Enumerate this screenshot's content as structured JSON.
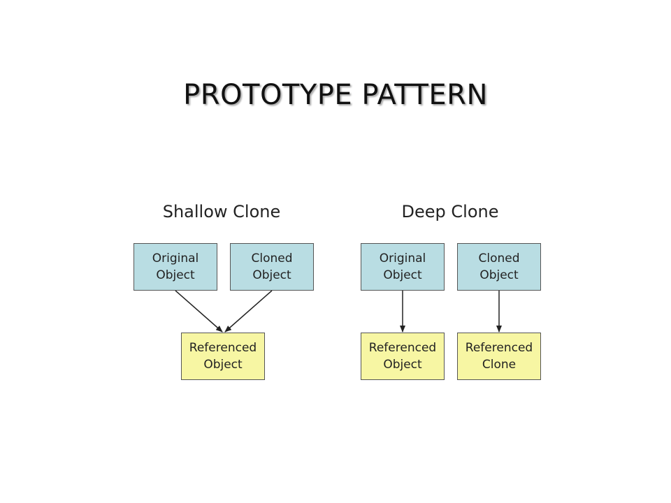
{
  "title": "PROTOTYPE PATTERN",
  "colors": {
    "original_box": "#b9dde3",
    "referenced_box": "#f7f6a3",
    "border": "#555555"
  },
  "shallow": {
    "title": "Shallow Clone",
    "original": "Original\nObject",
    "cloned": "Cloned\nObject",
    "referenced": "Referenced\nObject"
  },
  "deep": {
    "title": "Deep Clone",
    "original": "Original\nObject",
    "cloned": "Cloned\nObject",
    "referenced_object": "Referenced\nObject",
    "referenced_clone": "Referenced\nClone"
  }
}
